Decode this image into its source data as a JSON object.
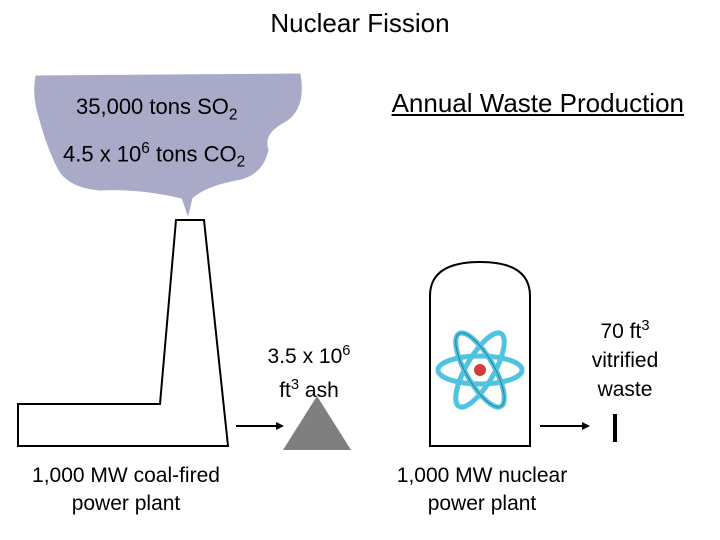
{
  "title": "Nuclear Fission",
  "subtitle": "Annual Waste Production",
  "coal": {
    "so2_prefix": "35,000 tons SO",
    "so2_sub": "2",
    "co2_prefix": "4.5 x 10",
    "co2_exp": "6",
    "co2_mid": " tons CO",
    "co2_sub": "2",
    "ash_line1_prefix": "3.5 x 10",
    "ash_line1_exp": "6",
    "ash_line2_prefix": "ft",
    "ash_line2_exp": "3",
    "ash_line2_suffix": " ash",
    "label_line1": "1,000 MW coal-fired",
    "label_line2": "power plant"
  },
  "nuclear": {
    "waste_line1_prefix": "70 ft",
    "waste_line1_exp": "3",
    "waste_line2": "vitrified",
    "waste_line3": "waste",
    "label_line1": "1,000 MW nuclear",
    "label_line2": "power plant"
  },
  "colors": {
    "smoke": "#a9a9c8",
    "ash_pile": "#7f7f7f",
    "electron_orbit": "#4fc3e0",
    "nucleus": "#d43c3c"
  },
  "icons": {
    "atom": "atom-icon",
    "arrow": "right-arrow-icon"
  }
}
